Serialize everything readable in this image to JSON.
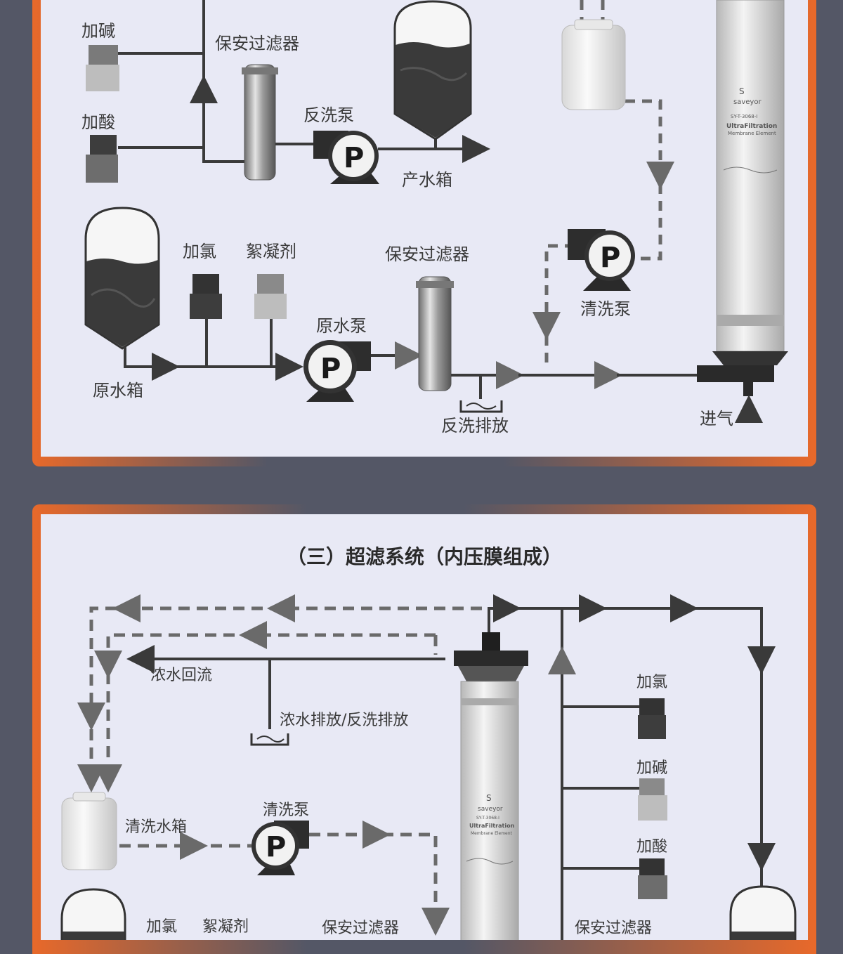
{
  "colors": {
    "background": "#545766",
    "panel": "#e8e9f5",
    "accent": "#e8692a",
    "pipe": "#3a3a3a",
    "dashed": "#6a6a6a"
  },
  "top_diagram": {
    "labels": {
      "add_alkali": "加碱",
      "add_acid": "加酸",
      "security_filter_1": "保安过滤器",
      "backwash_pump": "反洗泵",
      "product_tank": "产水箱",
      "raw_tank": "原水箱",
      "add_chlorine": "加氯",
      "flocculant": "絮凝剂",
      "security_filter_2": "保安过滤器",
      "raw_pump": "原水泵",
      "cleaning_pump": "清洗泵",
      "backwash_discharge": "反洗排放",
      "air_inlet": "进气"
    },
    "pump_symbol": "P"
  },
  "bottom_diagram": {
    "title": "（三）超滤系统（内压膜组成）",
    "labels": {
      "concentrate_return": "浓水回流",
      "concentrate_discharge": "浓水排放/反洗排放",
      "add_chlorine_r": "加氯",
      "add_alkali_r": "加碱",
      "add_acid_r": "加酸",
      "cleaning_tank": "清洗水箱",
      "cleaning_pump": "清洗泵",
      "add_chlorine_l": "加氯",
      "flocculant": "絮凝剂",
      "security_filter_l": "保安过滤器",
      "security_filter_r": "保安过滤器"
    },
    "pump_symbol": "P"
  },
  "membrane": {
    "brand": "saveyor",
    "model": "SY-T-3068-I",
    "name_line1": "UltraFiltration",
    "name_line2": "Membrane Element"
  }
}
